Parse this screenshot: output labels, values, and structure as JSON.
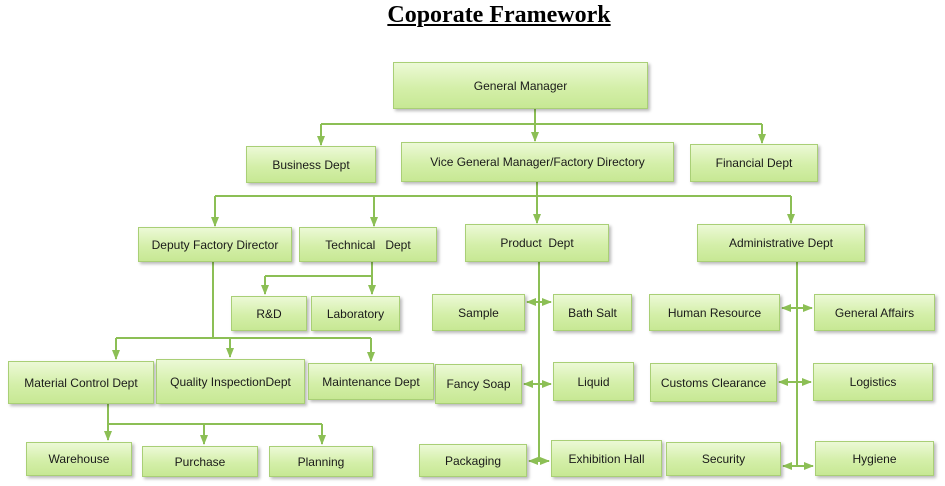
{
  "title": "Coporate Framework",
  "colors": {
    "box_fill": "#d4efa9",
    "box_border": "#a9cf76",
    "connector": "#8cbf55"
  },
  "nodes": {
    "general_manager": "General Manager",
    "business_dept": "Business Dept",
    "vice_gm": "Vice General Manager/Factory Directory",
    "financial_dept": "Financial Dept",
    "deputy_factory_director": "Deputy Factory Director",
    "technical_dept": "Technical   Dept",
    "product_dept": "Product  Dept",
    "administrative_dept": "Administrative Dept",
    "rnd": "R&D",
    "laboratory": "Laboratory",
    "sample": "Sample",
    "bath_salt": "Bath Salt",
    "human_resource": "Human Resource",
    "general_affairs": "General Affairs",
    "material_control_dept": "Material Control Dept",
    "quality_inspection_dept": "Quality InspectionDept",
    "maintenance_dept": "Maintenance Dept",
    "fancy_soap": "Fancy Soap",
    "liquid": "Liquid",
    "customs_clearance": "Customs Clearance",
    "logistics": "Logistics",
    "warehouse": "Warehouse",
    "purchase": "Purchase",
    "planning": "Planning",
    "packaging": "Packaging",
    "exhibition_hall": "Exhibition Hall",
    "security": "Security",
    "hygiene": "Hygiene"
  }
}
